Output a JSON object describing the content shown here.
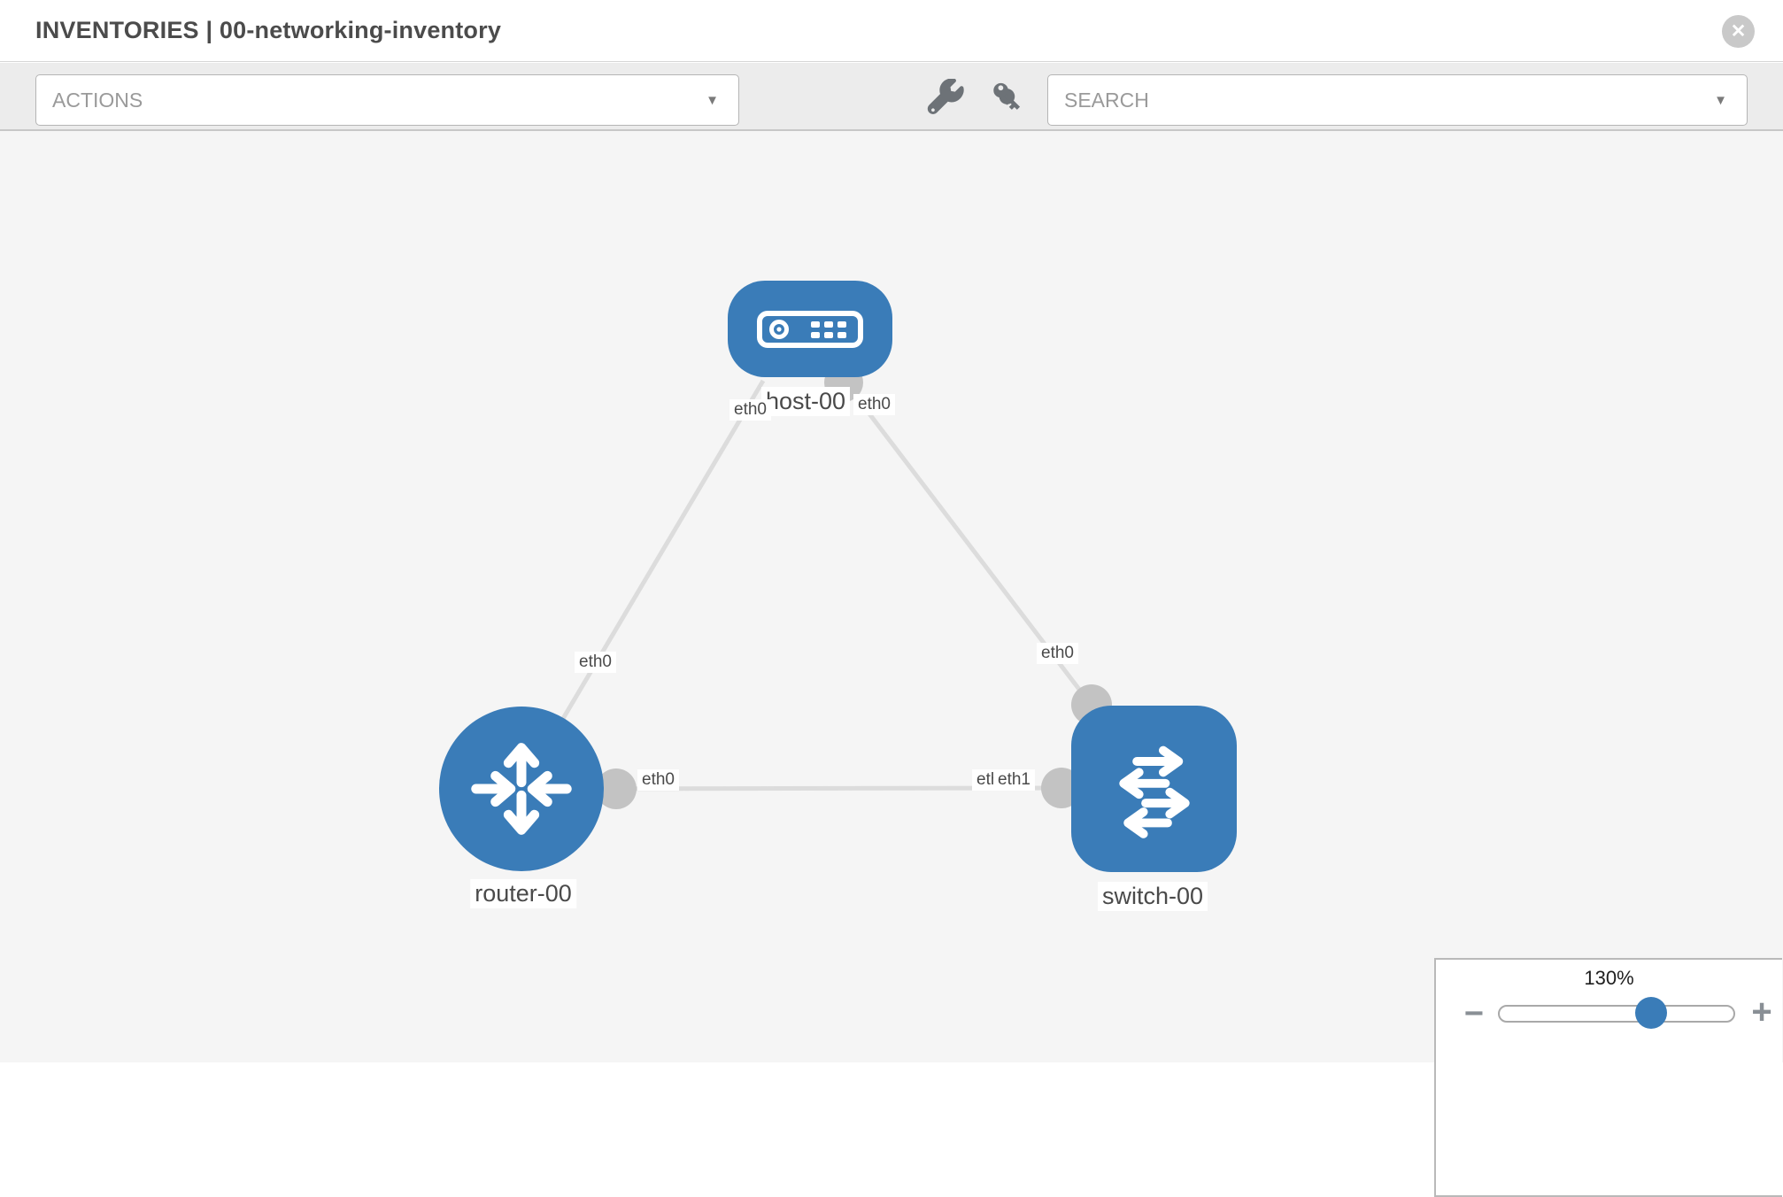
{
  "window": {
    "title": "INVENTORIES | 00-networking-inventory"
  },
  "toolbar": {
    "actions_label": "ACTIONS",
    "search_placeholder": "SEARCH",
    "caret_glyph": "▼"
  },
  "icons": {
    "close": "circle-x-icon",
    "wrench": "wrench-icon",
    "key": "key-icon",
    "actions_caret": "chevron-down-icon",
    "search_caret": "chevron-down-icon",
    "host": "host-server-icon",
    "router": "router-arrows-icon",
    "switch": "switch-arrows-icon",
    "zoom_out": "minus-icon",
    "zoom_in": "plus-icon"
  },
  "graph": {
    "nodes": [
      {
        "id": "host-00",
        "label": "host-00",
        "type": "host"
      },
      {
        "id": "router-00",
        "label": "router-00",
        "type": "router"
      },
      {
        "id": "switch-00",
        "label": "switch-00",
        "type": "switch"
      }
    ],
    "edges": [
      {
        "from": "host-00",
        "to": "router-00",
        "from_if": "eth0",
        "to_if": "eth0"
      },
      {
        "from": "host-00",
        "to": "switch-00",
        "from_if": "eth0",
        "to_if": "eth0"
      },
      {
        "from": "router-00",
        "to": "switch-00",
        "from_if": "eth0",
        "to_if": "eth1"
      }
    ],
    "interface_labels": {
      "host_left": "eth0",
      "host_right": "eth0",
      "host_router_edge": "eth0",
      "host_switch_edge": "eth0",
      "router_switch_router_side": "eth0",
      "router_switch_switch_side_back": "eth0",
      "router_switch_switch_side_front": "eth1"
    }
  },
  "zoom": {
    "value": "130%",
    "minus": "−",
    "plus": "+"
  },
  "colors": {
    "node_blue": "#3a7cb8",
    "edge_gray": "#dcdcdc",
    "connector_gray": "#c3c3c3",
    "toolbar_bg": "#ececec",
    "canvas_bg": "#f5f5f5",
    "title_text": "#4b4b4b"
  }
}
